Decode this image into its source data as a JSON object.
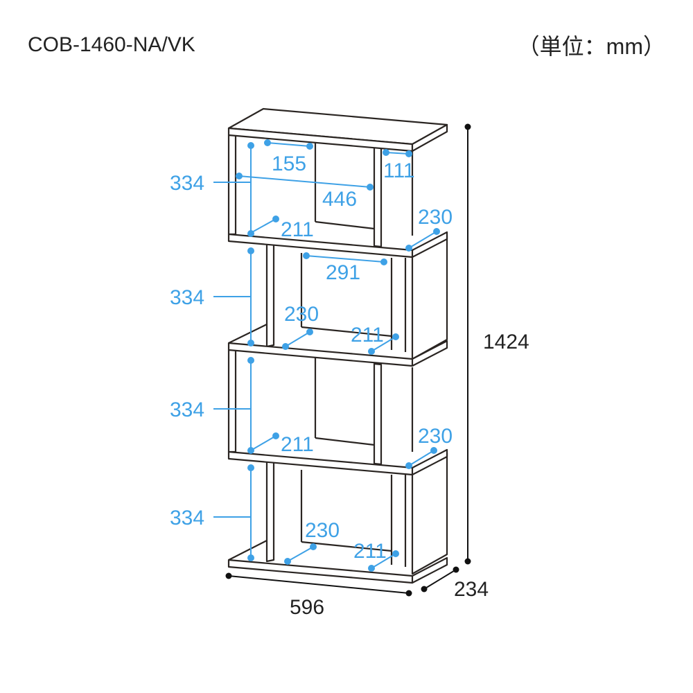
{
  "model": "COB-1460-NA/VK",
  "unit": "（単位：mm）",
  "dims": {
    "height_section": "334",
    "top_left_width": "155",
    "top_right_width": "111",
    "top_inner_width": "446",
    "depth_inner": "211",
    "depth_outer": "230",
    "middle_width": "291",
    "total_height": "1424",
    "total_width": "596",
    "total_depth": "234"
  },
  "colors": {
    "dimension": "#3ea1e6",
    "outline": "#2a2522"
  }
}
